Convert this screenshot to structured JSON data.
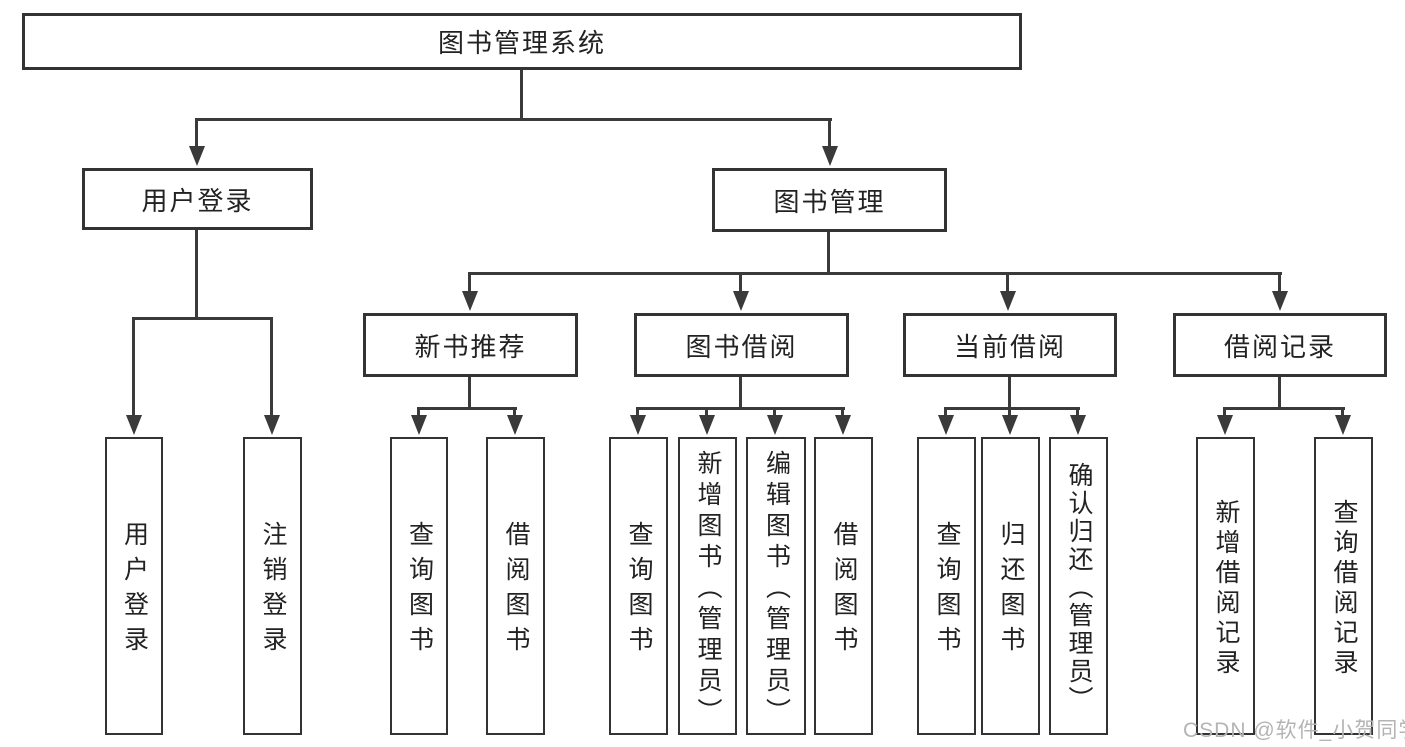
{
  "diagram": {
    "root": {
      "label": "图书管理系统"
    },
    "login": {
      "label": "用户登录",
      "children": [
        {
          "label": "用户登录"
        },
        {
          "label": "注销登录"
        }
      ]
    },
    "management": {
      "label": "图书管理",
      "groups": [
        {
          "label": "新书推荐",
          "children": [
            {
              "label": "查询图书"
            },
            {
              "label": "借阅图书"
            }
          ]
        },
        {
          "label": "图书借阅",
          "children": [
            {
              "label": "查询图书"
            },
            {
              "label": "新增图书（管理员）"
            },
            {
              "label": "编辑图书（管理员）"
            },
            {
              "label": "借阅图书"
            }
          ]
        },
        {
          "label": "当前借阅",
          "children": [
            {
              "label": "查询图书"
            },
            {
              "label": "归还图书"
            },
            {
              "label": "确认归还（管理员）"
            }
          ]
        },
        {
          "label": "借阅记录",
          "children": [
            {
              "label": "新增借阅记录"
            },
            {
              "label": "查询借阅记录"
            }
          ]
        }
      ]
    }
  },
  "watermark": "CSDN @软件_小贺同学",
  "colors": {
    "line": "#3a3a3a",
    "border": "#333333",
    "text": "#222222",
    "watermark": "#b4b4b4",
    "background": "#ffffff"
  }
}
